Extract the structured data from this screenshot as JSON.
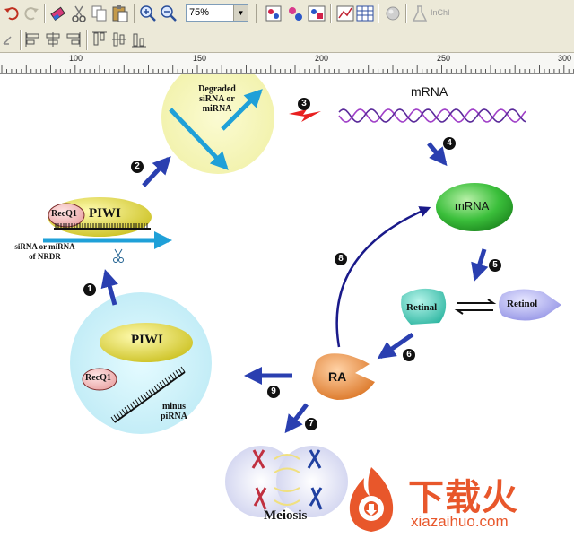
{
  "toolbar": {
    "zoom_value": "75%",
    "inchi_label": "InChI",
    "buttons": [
      "undo-icon",
      "redo-icon",
      "eraser-icon",
      "cut-icon",
      "copy-icon",
      "paste-icon",
      "zoom-in-icon",
      "zoom-out-icon",
      "structure-icon",
      "molecule-icon",
      "shapes-icon",
      "chart-icon",
      "grid-icon",
      "3d-icon",
      "flask-icon"
    ],
    "align_buttons": [
      "align-left-icon",
      "align-center-icon",
      "align-right-icon",
      "align-top-icon",
      "align-middle-icon",
      "align-bottom-icon"
    ]
  },
  "ruler": {
    "labels": [
      "100",
      "150",
      "200",
      "250",
      "300"
    ]
  },
  "diagram": {
    "degraded": [
      "Degraded",
      "siRNA or",
      "miRNA"
    ],
    "mrna_top": "mRNA",
    "mrna_node": "mRNA",
    "piwi_top": "PIWI",
    "recq1_top": "RecQ1",
    "sirna_label": [
      "siRNA or miRNA",
      "of NRDR"
    ],
    "retinal": "Retinal",
    "retinol": "Retinol",
    "ra": "RA",
    "piwi_bottom": "PIWI",
    "recq1_bottom": "RecQ1",
    "minus_pirna": [
      "minus",
      "piRNA"
    ],
    "meiosis": "Meiosis",
    "steps": [
      "1",
      "2",
      "3",
      "4",
      "5",
      "6",
      "7",
      "8",
      "9"
    ]
  },
  "watermark": {
    "chinese": "下载火",
    "url": "xiazaihuo.com",
    "color": "#e8572b"
  }
}
